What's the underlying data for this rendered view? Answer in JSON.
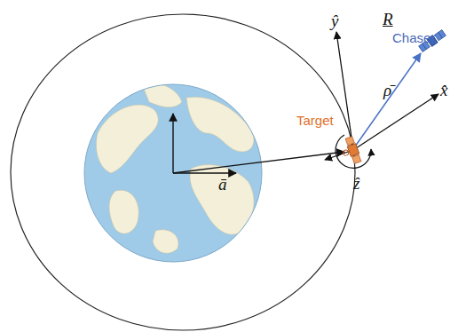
{
  "diagram": {
    "labels": [
      "ŷ",
      "R",
      "Chaser",
      "ρ̄",
      "x̂",
      "Target",
      "ẑ",
      "ā"
    ]
  }
}
